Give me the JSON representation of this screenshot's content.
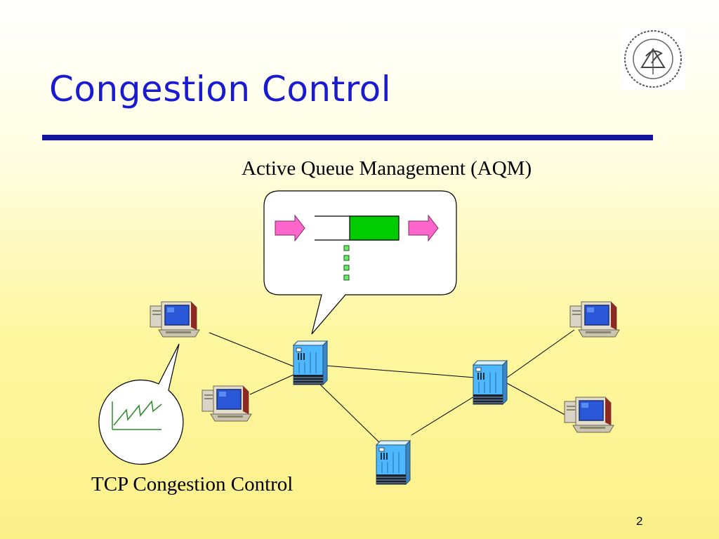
{
  "slide": {
    "title": "Congestion Control",
    "page_number": "2",
    "accent_color": "#1a1ad0",
    "rule_color": "#14149c"
  },
  "diagram": {
    "aqm_label": "Active Queue Management (AQM)",
    "tcp_label": "TCP Congestion Control",
    "logo_icon": "university-seal-icon",
    "queue_fill_color": "#00cc00",
    "packet_arrow_color": "#ff66cc",
    "router_color": "#4db8ff",
    "router_icon": "server-router-icon",
    "computer_icon": "desktop-computer-icon",
    "chart_icon": "sawtooth-window-icon"
  }
}
